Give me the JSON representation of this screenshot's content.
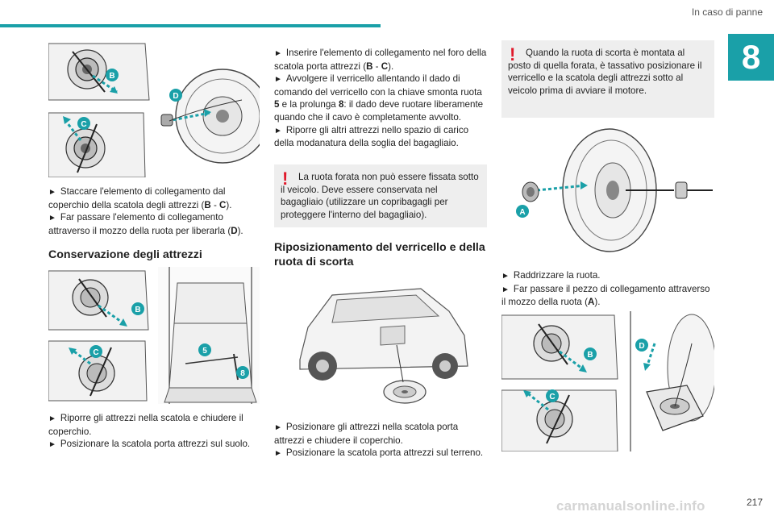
{
  "header": {
    "title": "In caso di panne",
    "chapter": "8"
  },
  "footer": {
    "page_number": "217",
    "watermark": "carmanualsonline.info"
  },
  "figure_labels": {
    "b": "B",
    "c": "C",
    "d": "D",
    "a": "A",
    "five": "5",
    "eight": "8"
  },
  "col1": {
    "steps1": {
      "line1_pre": "Staccare l'elemento di collegamento dal coperchio della scatola degli attrezzi (",
      "b": "B",
      "dash": " - ",
      "c": "C",
      "line1_post": ").",
      "line2_pre": "Far passare l'elemento di collegamento attraverso il mozzo della ruota per liberarla (",
      "d": "D",
      "line2_post": ")."
    },
    "section_title": "Conservazione degli attrezzi",
    "steps2": {
      "line1": "Riporre gli attrezzi nella scatola e chiudere il coperchio.",
      "line2": "Posizionare la scatola porta attrezzi sul suolo."
    }
  },
  "col2": {
    "steps1": {
      "line1_pre": "Inserire l'elemento di collegamento nel foro della scatola porta attrezzi (",
      "b": "B",
      "dash": " - ",
      "c": "C",
      "line1_post": ").",
      "line2_pre": "Avvolgere il verricello allentando il dado di comando del verricello con la chiave smonta ruota ",
      "n5": "5",
      "line2_mid": " e la prolunga ",
      "n8": "8",
      "line2_post": ": il dado deve ruotare liberamente quando che il cavo è completamente avvolto.",
      "line3": "Riporre gli altri attrezzi nello spazio di carico della modanatura della soglia del bagagliaio."
    },
    "warning": "La ruota forata non può essere fissata sotto il veicolo. Deve essere conservata nel bagagliaio (utilizzare un copribagagli per proteggere l'interno del bagagliaio).",
    "section_title": "Riposizionamento del verricello e della ruota di scorta",
    "steps2": {
      "line1": "Posizionare gli attrezzi nella scatola porta attrezzi e chiudere il coperchio.",
      "line2": "Posizionare la scatola porta attrezzi sul terreno."
    }
  },
  "col3": {
    "warning": "Quando la ruota di scorta è montata al posto di quella forata, è tassativo posizionare il verricello e la scatola degli attrezzi sotto al veicolo prima di avviare il motore.",
    "steps": {
      "line1": "Raddrizzare la ruota.",
      "line2_pre": "Far passare il pezzo di collegamento attraverso il mozzo della ruota (",
      "a": "A",
      "line2_post": ")."
    }
  },
  "colors": {
    "accent": "#1aa0a8",
    "callout": "#1aa0a8",
    "warning": "#e0192b",
    "box_bg": "#eeeeee"
  }
}
